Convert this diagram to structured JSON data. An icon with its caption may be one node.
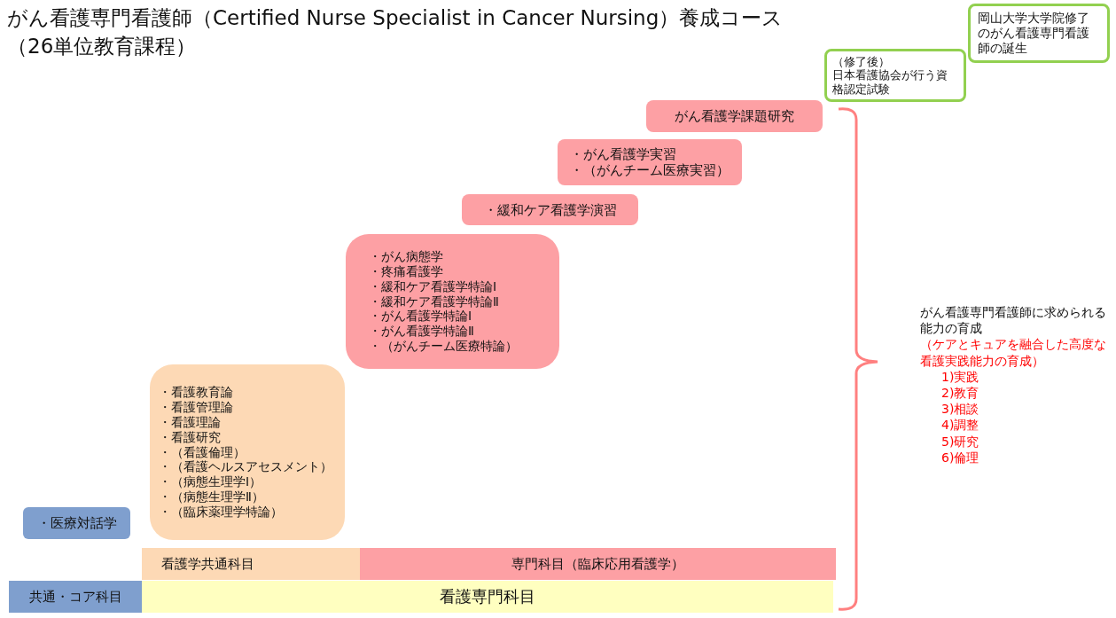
{
  "diagram": {
    "title": "がん看護専門看護師（Certified Nurse Specialist in Cancer Nursing）養成コース（26単位教育課程）",
    "nodes": [
      {
        "text": [
          "岡山大学大学院修了のがん看護専門看護師の誕生"
        ]
      },
      {
        "text": [
          "（修了後）",
          "日本看護協会が行う資格認定試験"
        ]
      },
      {
        "text": [
          "がん看護学課題研究"
        ]
      },
      {
        "text": [
          "・がん看護学実習",
          "・（がんチーム医療実習）"
        ]
      },
      {
        "text": [
          "・緩和ケア看護学演習"
        ]
      },
      {
        "text": [
          "・がん病態学",
          "・疼痛看護学",
          "・緩和ケア看護学特論Ⅰ",
          "・緩和ケア看護学特論Ⅱ",
          "・がん看護学特論Ⅰ",
          "・がん看護学特論Ⅱ",
          "・（がんチーム医療特論）"
        ]
      },
      {
        "text": [
          "・看護教育論",
          "・看護管理論",
          "・看護理論",
          "・看護研究",
          "・（看護倫理）",
          "・（看護ヘルスアセスメント）",
          "・（病態生理学Ⅰ）",
          "・（病態生理学Ⅱ）",
          "・（臨床薬理学特論）"
        ]
      },
      {
        "text": [
          "・医療対話学"
        ]
      },
      {
        "text": [
          "看護学共通科目"
        ]
      },
      {
        "text": [
          "専門科目（臨床応用看護学）"
        ]
      },
      {
        "text": [
          "共通・コア科目"
        ]
      },
      {
        "text": [
          "看護専門科目"
        ]
      }
    ],
    "labels": [
      "がん看護専門看護師に求められる能力の育成",
      "（ケアとキュアを融合した高度な看護実践能力の育成）",
      "1)実践",
      "2)教育",
      "3)相談",
      "4)調整",
      "5)研究",
      "6)倫理"
    ]
  }
}
